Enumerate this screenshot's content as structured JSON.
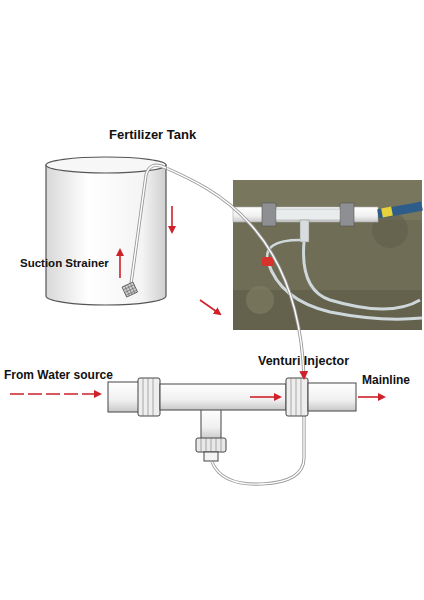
{
  "diagram": {
    "nodes": [
      {
        "text": [
          "Fertilizer Tank"
        ]
      },
      {
        "text": [
          "Venturi Injector"
        ]
      }
    ],
    "edges": [
      {
        "from": 0,
        "to": 1,
        "arrow": "to"
      }
    ],
    "labels": [
      "Suction Strainer",
      "From Water source",
      "Mainline"
    ]
  }
}
